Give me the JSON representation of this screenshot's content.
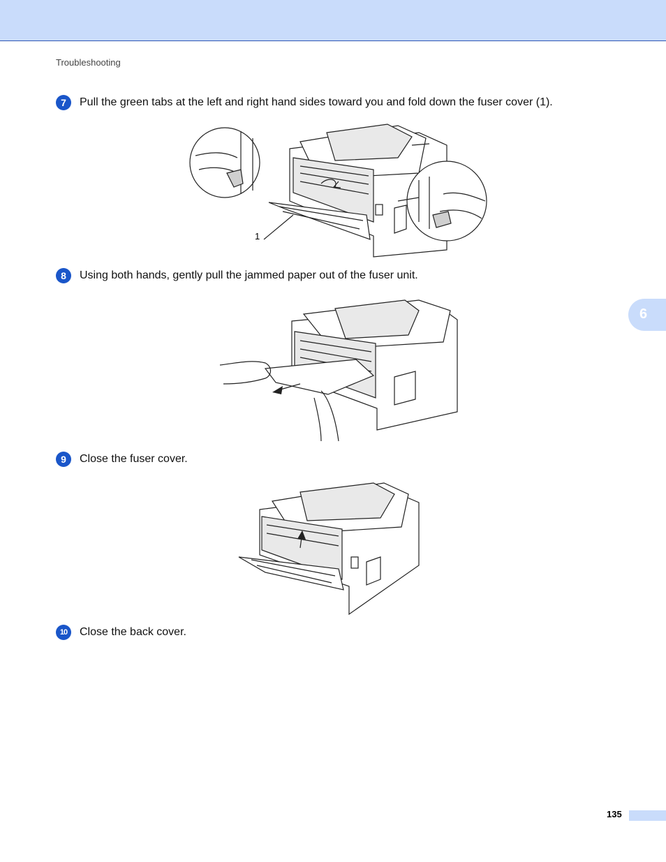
{
  "header": {
    "breadcrumb": "Troubleshooting"
  },
  "chapter_tab": {
    "label": "6"
  },
  "steps": [
    {
      "number": "7",
      "text": "Pull the green tabs at the left and right hand sides toward you and fold down the fuser cover (1)."
    },
    {
      "number": "8",
      "text": "Using both hands, gently pull the jammed paper out of the fuser unit."
    },
    {
      "number": "9",
      "text": "Close the fuser cover."
    },
    {
      "number": "10",
      "text": "Close the back cover."
    }
  ],
  "figures": {
    "fig1": {
      "callout": "1"
    }
  },
  "footer": {
    "page_number": "135"
  },
  "colors": {
    "accent": "#1a56c9",
    "band": "#c9dcfb"
  }
}
